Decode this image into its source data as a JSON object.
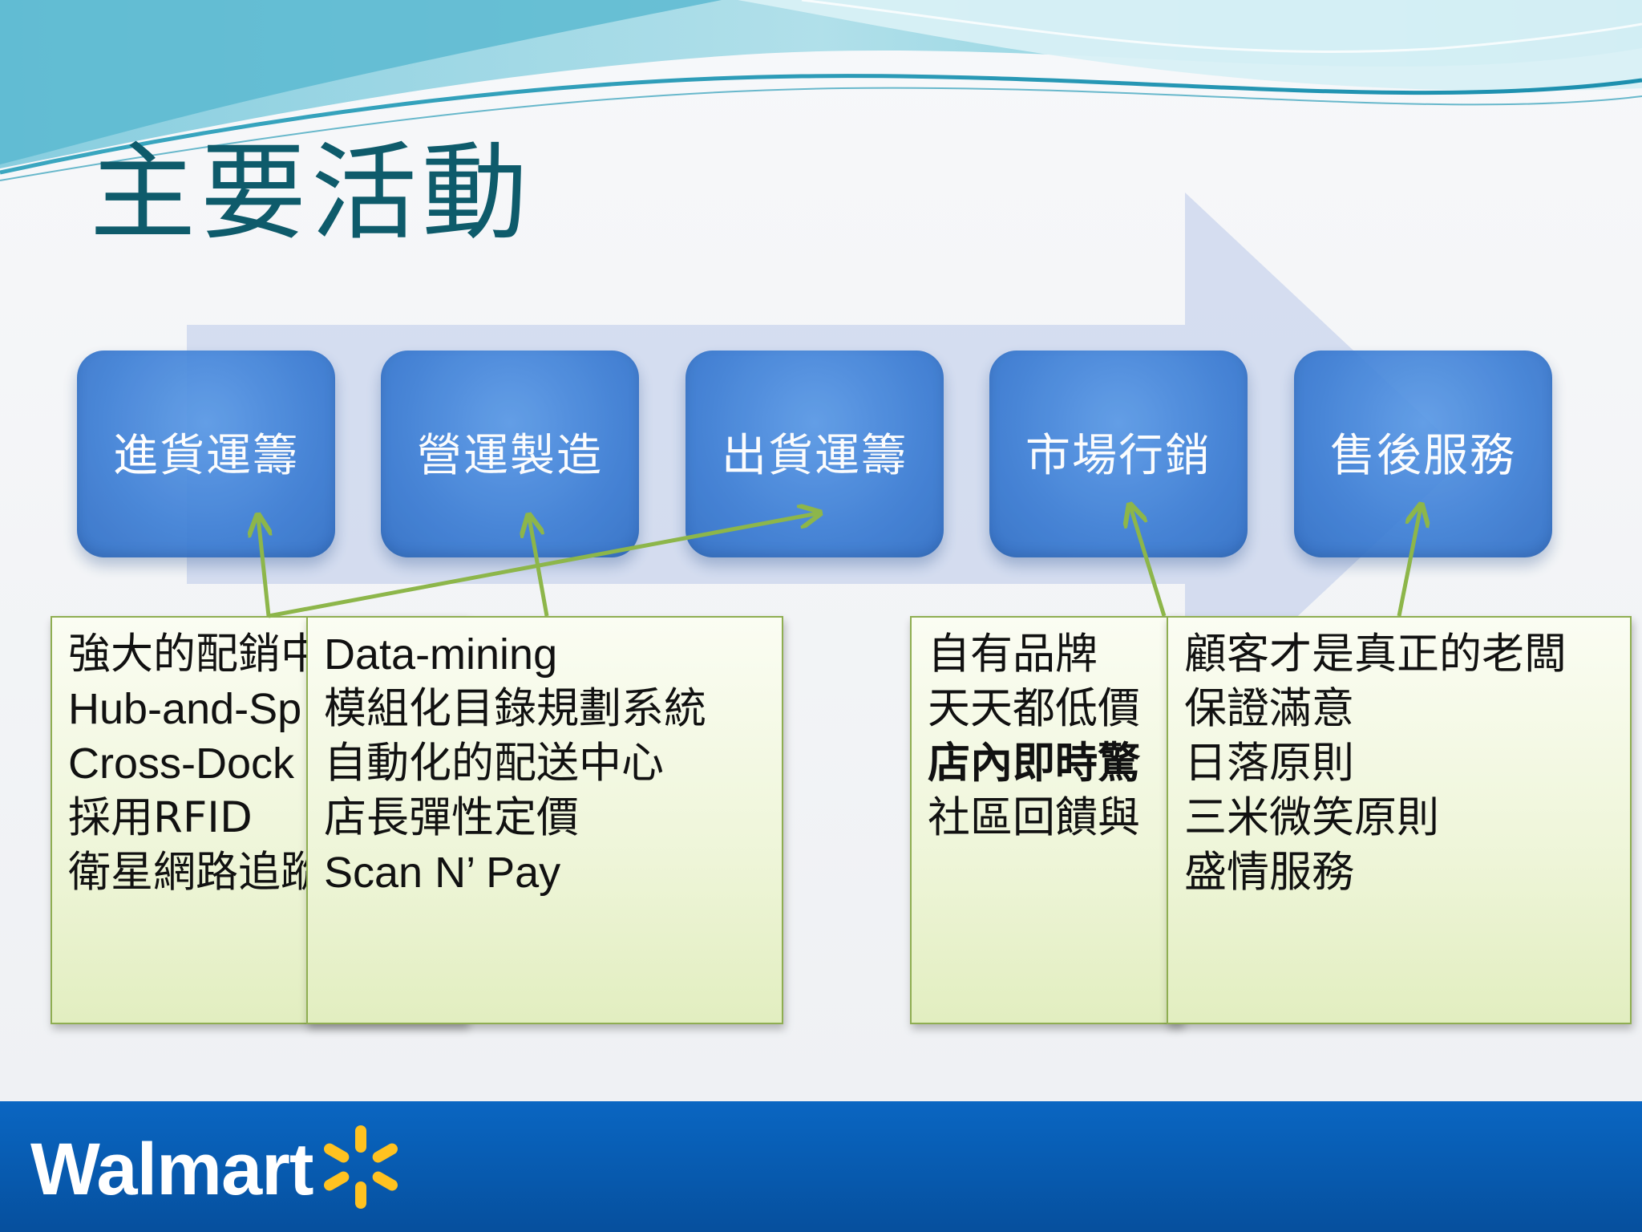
{
  "title": "主要活動",
  "activities": [
    {
      "label": "進貨運籌"
    },
    {
      "label": "營運製造"
    },
    {
      "label": "出貨運籌"
    },
    {
      "label": "市場行銷"
    },
    {
      "label": "售後服務"
    }
  ],
  "notes": {
    "inbound": [
      "強大的配銷中",
      "Hub-and-Sp",
      "Cross-Dock",
      "採用RFID",
      "衛星網路追蹤"
    ],
    "operations": [
      "Data-mining",
      "模組化目錄規劃系統",
      "自動化的配送中心",
      "店長彈性定價",
      "Scan N’ Pay"
    ],
    "marketing": [
      "自有品牌",
      "天天都低價",
      "店內即時驚",
      "社區回饋與"
    ],
    "service": [
      "顧客才是真正的老闆",
      "保證滿意",
      "日落原則",
      "三米微笑原則",
      "盛情服務"
    ]
  },
  "brand": {
    "name": "Walmart",
    "logo_icon": "walmart-spark-icon",
    "logo_color": "#ffc220"
  },
  "colors": {
    "title": "#0e5b6b",
    "activity_box": "#3f80d6",
    "connector": "#8db64a",
    "footer": "#0a66c2"
  }
}
